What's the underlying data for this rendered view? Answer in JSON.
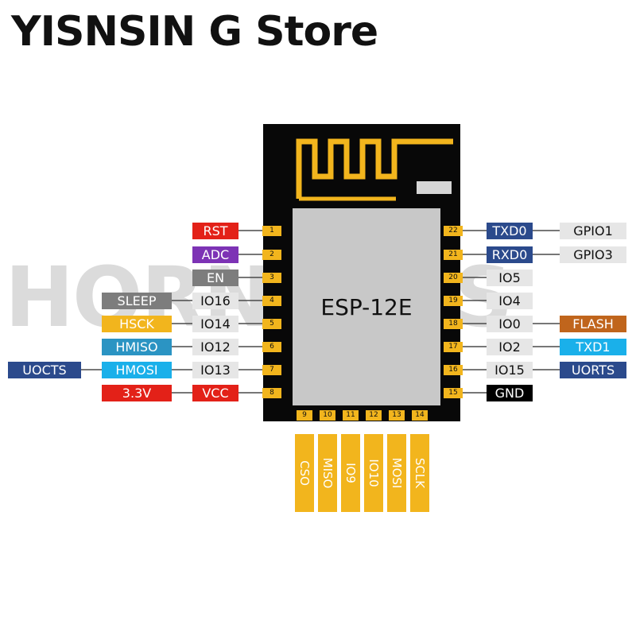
{
  "store_title": "YISNSIN G Store",
  "watermark": "HORNAXYS",
  "module": {
    "name": "ESP-12E",
    "colors": {
      "board": "#080808",
      "antenna": "#f2b51d",
      "shield": "#c8c8c8"
    }
  },
  "left_pins": [
    {
      "num": "1",
      "labels": [
        {
          "text": "RST",
          "color": "red"
        }
      ]
    },
    {
      "num": "2",
      "labels": [
        {
          "text": "ADC",
          "color": "purple"
        }
      ]
    },
    {
      "num": "3",
      "labels": [
        {
          "text": "EN",
          "color": "gray"
        }
      ]
    },
    {
      "num": "4",
      "labels": [
        {
          "text": "IO16",
          "color": "light"
        },
        {
          "text": "SLEEP",
          "color": "gray"
        }
      ]
    },
    {
      "num": "5",
      "labels": [
        {
          "text": "IO14",
          "color": "light"
        },
        {
          "text": "HSCK",
          "color": "gold"
        }
      ]
    },
    {
      "num": "6",
      "labels": [
        {
          "text": "IO12",
          "color": "light"
        },
        {
          "text": "HMISO",
          "color": "teal"
        }
      ]
    },
    {
      "num": "7",
      "labels": [
        {
          "text": "IO13",
          "color": "light"
        },
        {
          "text": "HMOSI",
          "color": "cyan"
        },
        {
          "text": "UOCTS",
          "color": "navy"
        }
      ]
    },
    {
      "num": "8",
      "labels": [
        {
          "text": "VCC",
          "color": "red"
        },
        {
          "text": "3.3V",
          "color": "red"
        }
      ]
    }
  ],
  "right_pins": [
    {
      "num": "22",
      "labels": [
        {
          "text": "TXD0",
          "color": "navy"
        },
        {
          "text": "GPIO1",
          "color": "light"
        }
      ]
    },
    {
      "num": "21",
      "labels": [
        {
          "text": "RXD0",
          "color": "navy"
        },
        {
          "text": "GPIO3",
          "color": "light"
        }
      ]
    },
    {
      "num": "20",
      "labels": [
        {
          "text": "IO5",
          "color": "light"
        }
      ]
    },
    {
      "num": "19",
      "labels": [
        {
          "text": "IO4",
          "color": "light"
        }
      ]
    },
    {
      "num": "18",
      "labels": [
        {
          "text": "IO0",
          "color": "light"
        },
        {
          "text": "FLASH",
          "color": "orange"
        }
      ]
    },
    {
      "num": "17",
      "labels": [
        {
          "text": "IO2",
          "color": "light"
        },
        {
          "text": "TXD1",
          "color": "cyan"
        }
      ]
    },
    {
      "num": "16",
      "labels": [
        {
          "text": "IO15",
          "color": "light"
        },
        {
          "text": "UORTS",
          "color": "navy"
        }
      ]
    },
    {
      "num": "15",
      "labels": [
        {
          "text": "GND",
          "color": "black"
        }
      ]
    }
  ],
  "bottom_pins": [
    {
      "num": "9",
      "label": "CSO"
    },
    {
      "num": "10",
      "label": "MISO"
    },
    {
      "num": "11",
      "label": "IO9"
    },
    {
      "num": "12",
      "label": "IO10"
    },
    {
      "num": "13",
      "label": "MOSI"
    },
    {
      "num": "14",
      "label": "SCLK"
    }
  ]
}
